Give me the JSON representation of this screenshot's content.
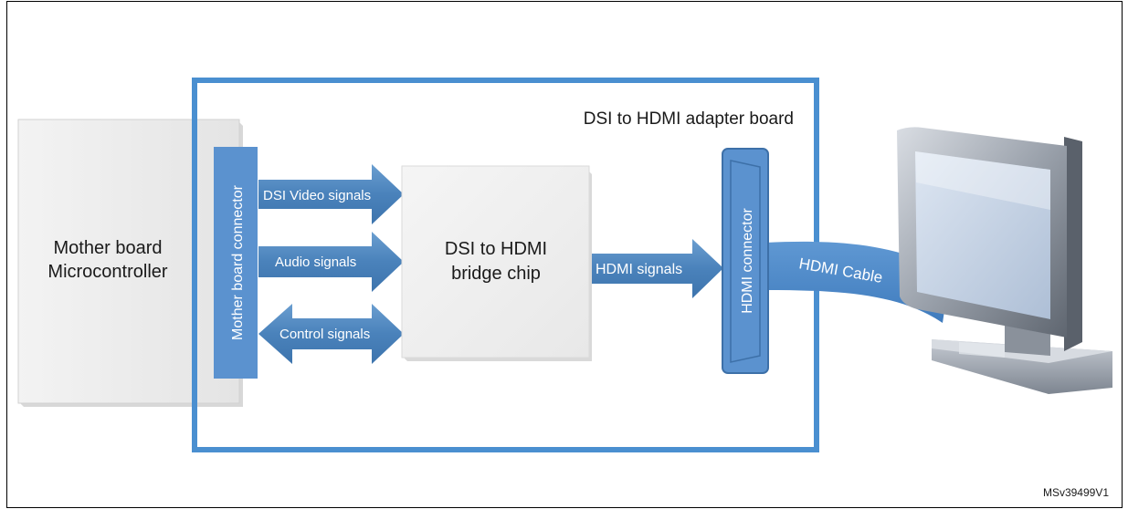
{
  "adapter_board": {
    "title": "DSI to HDMI adapter board"
  },
  "mother_board": {
    "line1": "Mother board",
    "line2": "Microcontroller"
  },
  "mb_connector": {
    "label": "Mother board connector"
  },
  "signals": {
    "dsi_video": "DSI Video signals",
    "audio": "Audio signals",
    "control": "Control signals",
    "hdmi": "HDMI signals"
  },
  "bridge_chip": {
    "line1": "DSI to HDMI",
    "line2": "bridge chip"
  },
  "hdmi_connector": {
    "label": "HDMI connector"
  },
  "cable": {
    "label": "HDMI Cable"
  },
  "reference": {
    "code": "MSv39499V1"
  },
  "colors": {
    "board_border": "#4a8fd0",
    "arrow_fill": "#4f86bd",
    "connector_fill": "#5b92cf",
    "chip_fill": "#efefef"
  }
}
